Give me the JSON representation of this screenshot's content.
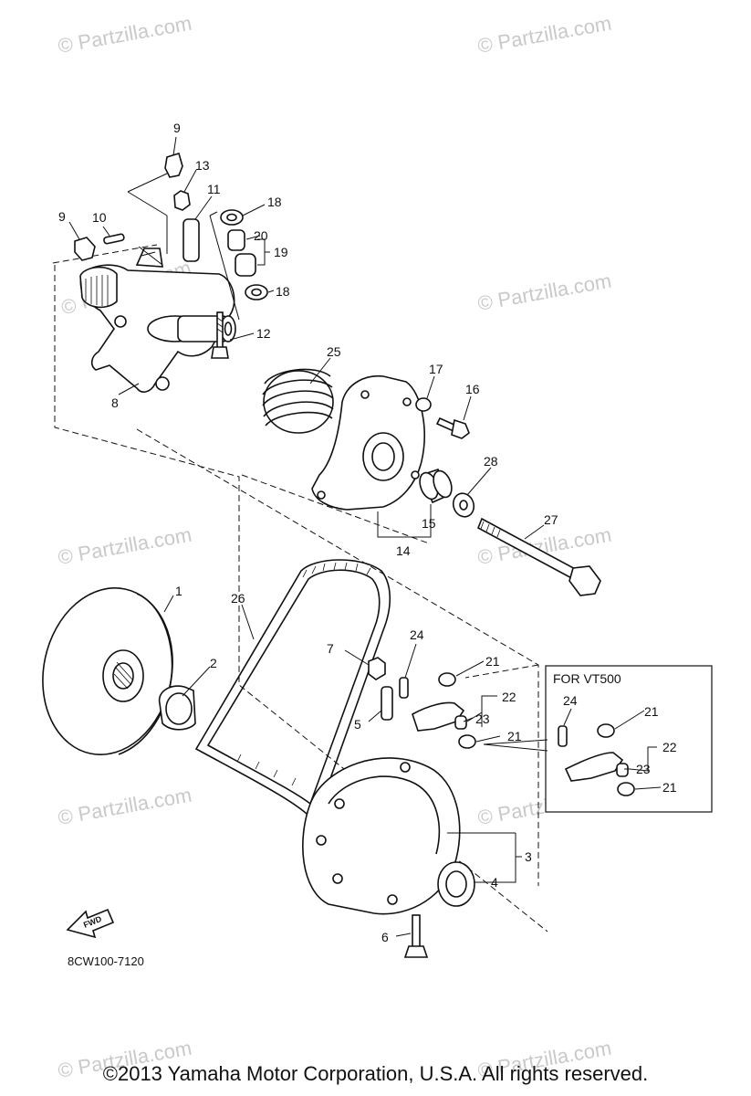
{
  "watermark": "© Partzilla.com",
  "inset_title": "FOR VT500",
  "drawing_code": "8CW100-7120",
  "fwd_label": "FWD",
  "copyright": "©2013 Yamaha Motor Corporation, U.S.A. All rights reserved.",
  "callouts": {
    "c1": "1",
    "c2": "2",
    "c3": "3",
    "c4": "4",
    "c5": "5",
    "c6": "6",
    "c7": "7",
    "c8": "8",
    "c9a": "9",
    "c9b": "9",
    "c10": "10",
    "c11": "11",
    "c12": "12",
    "c13": "13",
    "c14": "14",
    "c15": "15",
    "c16": "16",
    "c17": "17",
    "c18a": "18",
    "c18b": "18",
    "c19": "19",
    "c20": "20",
    "c21a": "21",
    "c21b": "21",
    "c22": "22",
    "c23": "23",
    "c24": "24",
    "c25": "25",
    "c26": "26",
    "c27": "27",
    "c28": "28",
    "i21a": "21",
    "i21b": "21",
    "i22": "22",
    "i23": "23",
    "i24": "24"
  }
}
